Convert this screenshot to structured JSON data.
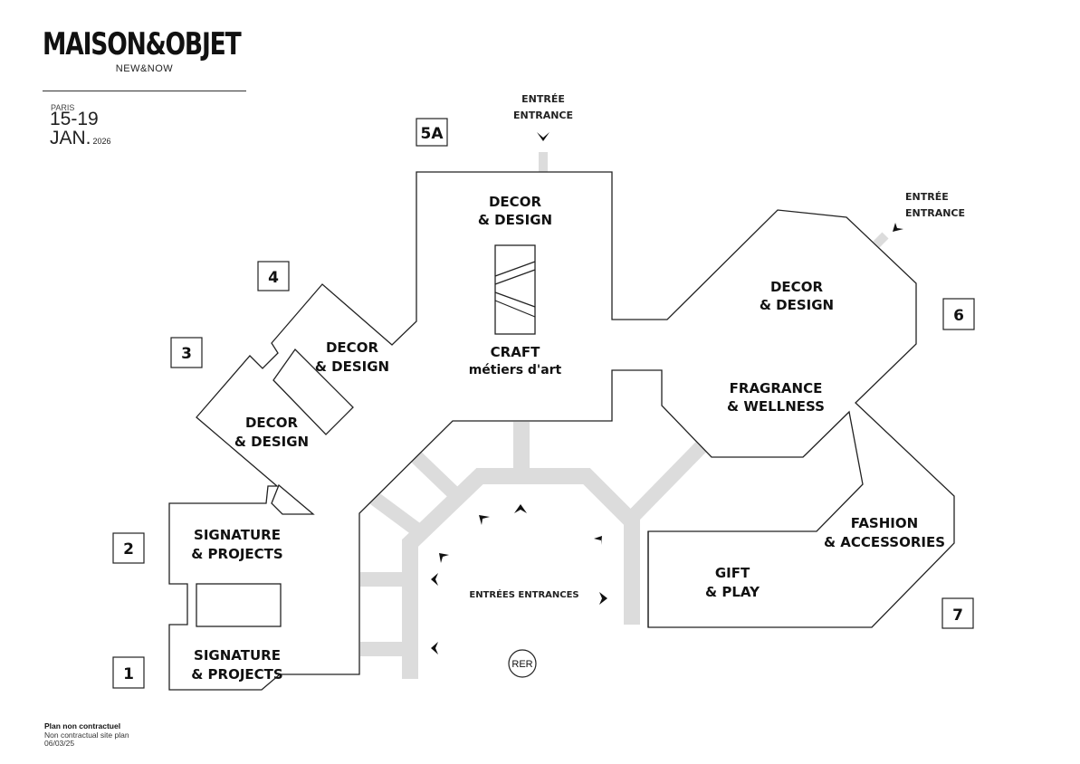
{
  "brand": {
    "name": "MAISON&OBJET",
    "tagline": "NEW&NOW",
    "city": "PARIS",
    "dates": "15-19",
    "month": "JAN.",
    "year": "2026"
  },
  "footer": {
    "disclaimer_fr": "Plan non contractuel",
    "disclaimer_en": "Non contractual site plan",
    "date": "06/03/25"
  },
  "halls": [
    {
      "id": "1",
      "label": "1"
    },
    {
      "id": "2",
      "label": "2"
    },
    {
      "id": "3",
      "label": "3"
    },
    {
      "id": "4",
      "label": "4"
    },
    {
      "id": "5a",
      "label": "5A"
    },
    {
      "id": "6",
      "label": "6"
    },
    {
      "id": "7",
      "label": "7"
    }
  ],
  "zones": {
    "hall5a_decor": [
      "DECOR",
      "& DESIGN"
    ],
    "hall5a_craft": [
      "CRAFT",
      "métiers d'art"
    ],
    "hall6_decor": [
      "DECOR",
      "& DESIGN"
    ],
    "hall6_fragrance": [
      "FRAGRANCE",
      "& WELLNESS"
    ],
    "hall4_decor": [
      "DECOR",
      "& DESIGN"
    ],
    "hall3_decor": [
      "DECOR",
      "& DESIGN"
    ],
    "hall2_signature": [
      "SIGNATURE",
      "& PROJECTS"
    ],
    "hall1_signature": [
      "SIGNATURE",
      "& PROJECTS"
    ],
    "hall7_fashion": [
      "FASHION",
      "& ACCESSORIES"
    ],
    "hall7_gift": [
      "GIFT",
      "& PLAY"
    ]
  },
  "entrances": {
    "top": [
      "ENTRÉE",
      "ENTRANCE"
    ],
    "right": [
      "ENTRÉE",
      "ENTRANCE"
    ],
    "central": "ENTRÉES ENTRANCES"
  },
  "transit": {
    "rer": "RER"
  }
}
